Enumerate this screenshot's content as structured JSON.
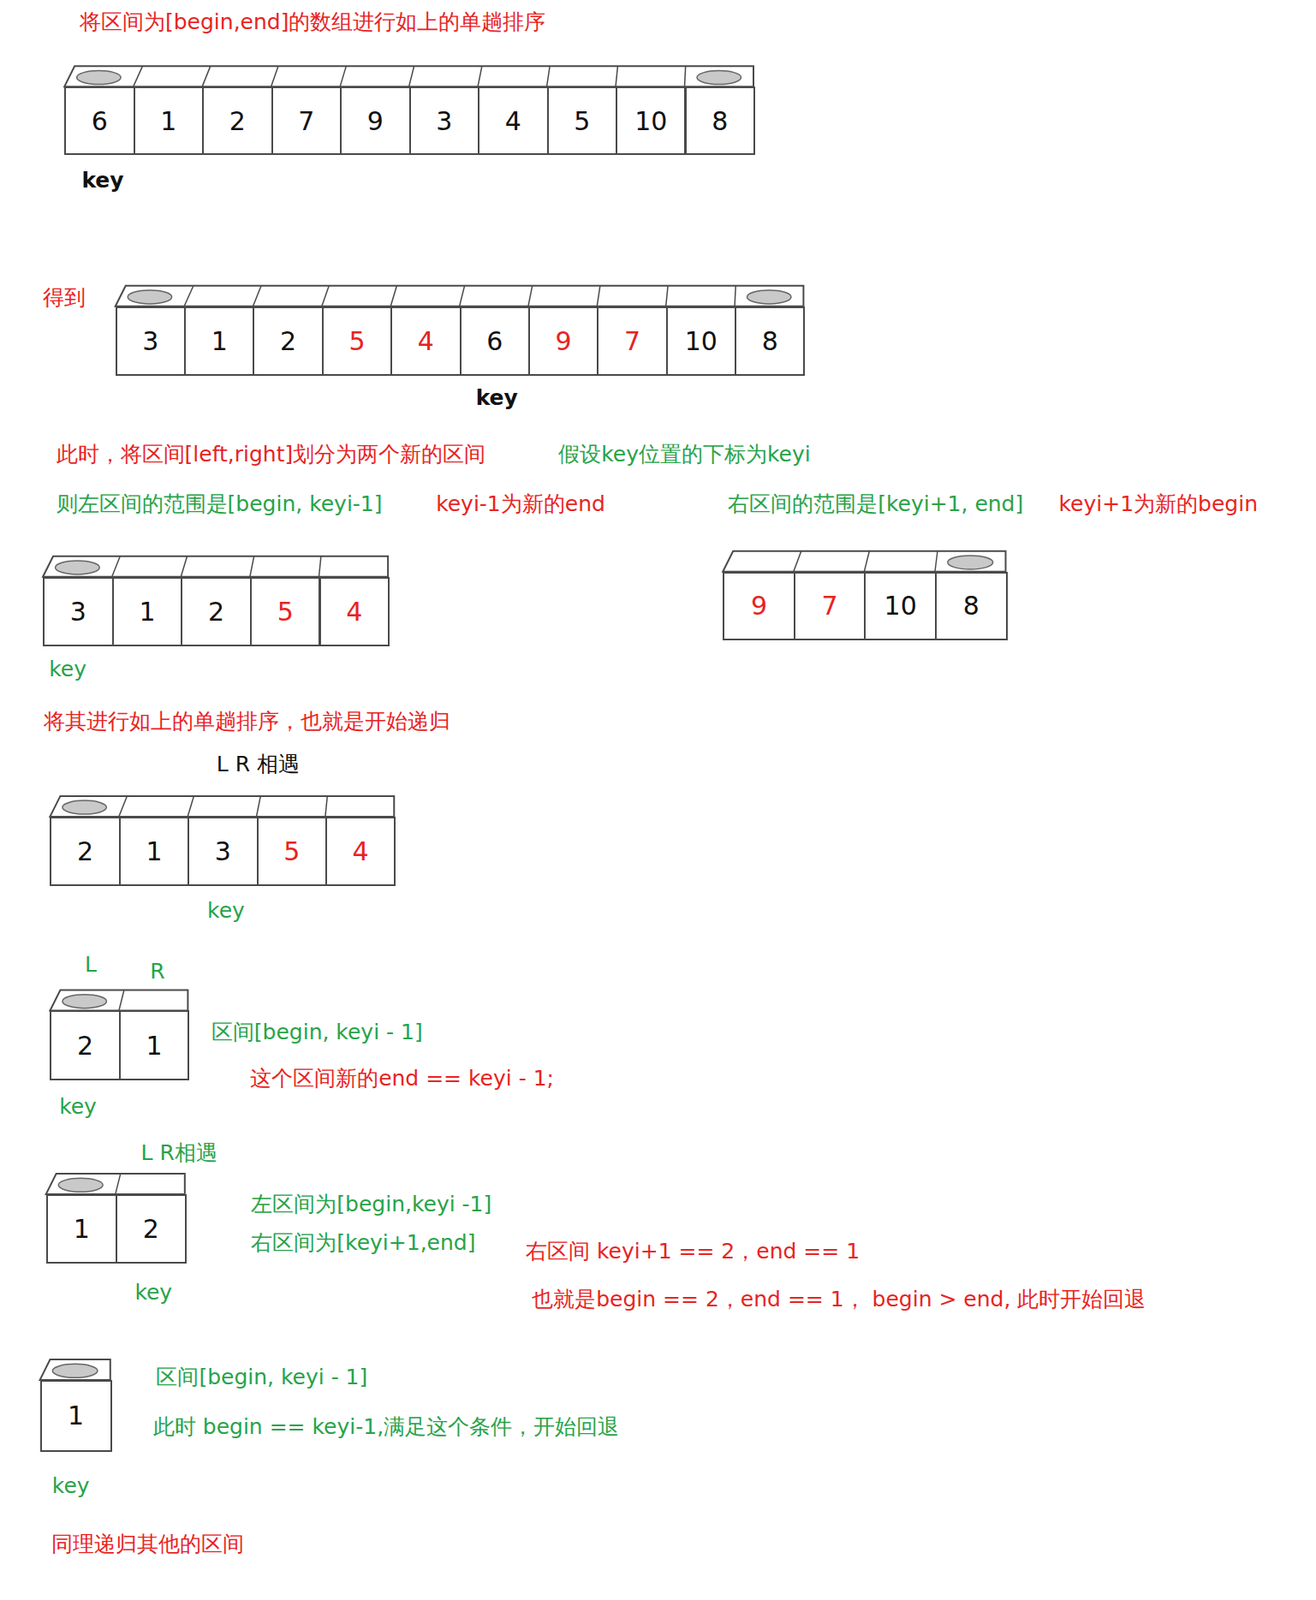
{
  "diagram": {
    "nodes": [
      {
        "text": [
          "6"
        ]
      },
      {
        "text": [
          "1"
        ]
      },
      {
        "text": [
          "2"
        ]
      },
      {
        "text": [
          "7"
        ]
      },
      {
        "text": [
          "9"
        ]
      },
      {
        "text": [
          "3"
        ]
      },
      {
        "text": [
          "4"
        ]
      },
      {
        "text": [
          "5"
        ]
      },
      {
        "text": [
          "10"
        ]
      },
      {
        "text": [
          "8"
        ]
      },
      {
        "text": [
          "3"
        ]
      },
      {
        "text": [
          "1"
        ]
      },
      {
        "text": [
          "2"
        ]
      },
      {
        "text": [
          "5"
        ]
      },
      {
        "text": [
          "4"
        ]
      },
      {
        "text": [
          "6"
        ]
      },
      {
        "text": [
          "9"
        ]
      },
      {
        "text": [
          "7"
        ]
      },
      {
        "text": [
          "10"
        ]
      },
      {
        "text": [
          "8"
        ]
      },
      {
        "text": [
          "3"
        ]
      },
      {
        "text": [
          "1"
        ]
      },
      {
        "text": [
          "2"
        ]
      },
      {
        "text": [
          "5"
        ]
      },
      {
        "text": [
          "4"
        ]
      },
      {
        "text": [
          "9"
        ]
      },
      {
        "text": [
          "7"
        ]
      },
      {
        "text": [
          "10"
        ]
      },
      {
        "text": [
          "8"
        ]
      },
      {
        "text": [
          "2"
        ]
      },
      {
        "text": [
          "1"
        ]
      },
      {
        "text": [
          "3"
        ]
      },
      {
        "text": [
          "5"
        ]
      },
      {
        "text": [
          "4"
        ]
      },
      {
        "text": [
          "2"
        ]
      },
      {
        "text": [
          "1"
        ]
      },
      {
        "text": [
          "1"
        ]
      },
      {
        "text": [
          "2"
        ]
      },
      {
        "text": [
          "1"
        ]
      }
    ],
    "labels": [
      "将区间为[begin,end]的数组进行如上的单趟排序",
      "key",
      "得到",
      "key",
      "此时，将区间[left,right]划分为两个新的区间",
      "假设key位置的下标为keyi",
      "则左区间的范围是[begin, keyi-1]",
      "keyi-1为新的end",
      "右区间的范围是[keyi+1, end]",
      "keyi+1为新的begin",
      "key",
      "将其进行如上的单趟排序，也就是开始递归",
      "L R 相遇",
      "key",
      "L",
      "R",
      "区间[begin, keyi - 1]",
      "这个区间新的end == keyi - 1;",
      "key",
      "L R相遇",
      "左区间为[begin,keyi -1]",
      "右区间为[keyi+1,end]",
      "右区间 keyi+1 == 2，end == 1",
      "也就是begin == 2，end == 1， begin > end, 此时开始回退",
      "key",
      "区间[begin, keyi - 1]",
      "此时 begin == keyi-1,满足这个条件，开始回退",
      "key",
      "同理递归其他的区间"
    ]
  }
}
